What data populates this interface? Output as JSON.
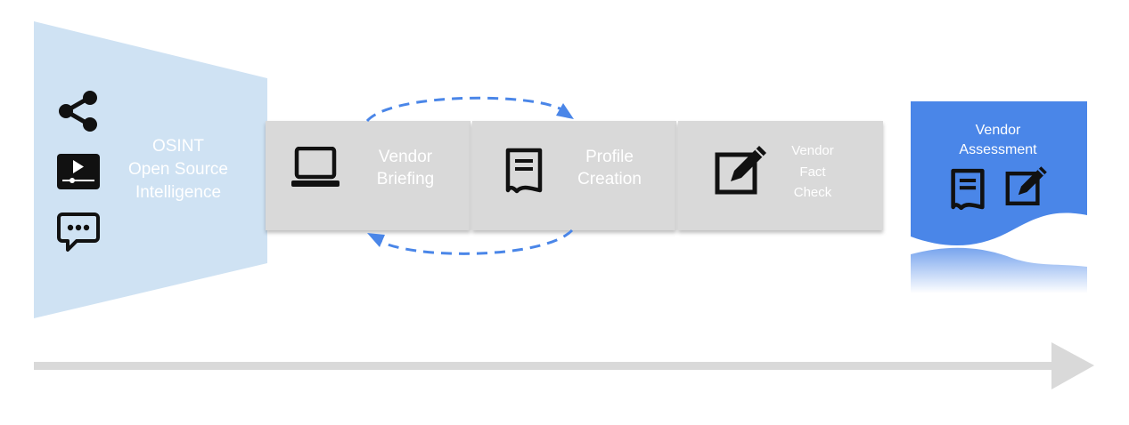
{
  "osint": {
    "title": "OSINT",
    "line2": "Open Source",
    "line3": "Intelligence",
    "icons": [
      "share-icon",
      "video-icon",
      "chat-icon"
    ],
    "color": "#cfe2f3"
  },
  "stages": [
    {
      "line1": "Vendor",
      "line2": "Briefing",
      "icon": "laptop-icon"
    },
    {
      "line1": "Profile",
      "line2": "Creation",
      "icon": "document-icon"
    },
    {
      "line1": "Vendor",
      "line2": "Fact",
      "line3": "Check",
      "icon": "edit-icon"
    }
  ],
  "stage_color": "#d9d9d9",
  "assessment": {
    "line1": "Vendor",
    "line2": "Assessment",
    "icons": [
      "document-icon",
      "edit-icon"
    ],
    "color": "#4a86e8"
  },
  "loop_arrow_color": "#4a86e8",
  "timeline_arrow_color": "#d9d9d9"
}
